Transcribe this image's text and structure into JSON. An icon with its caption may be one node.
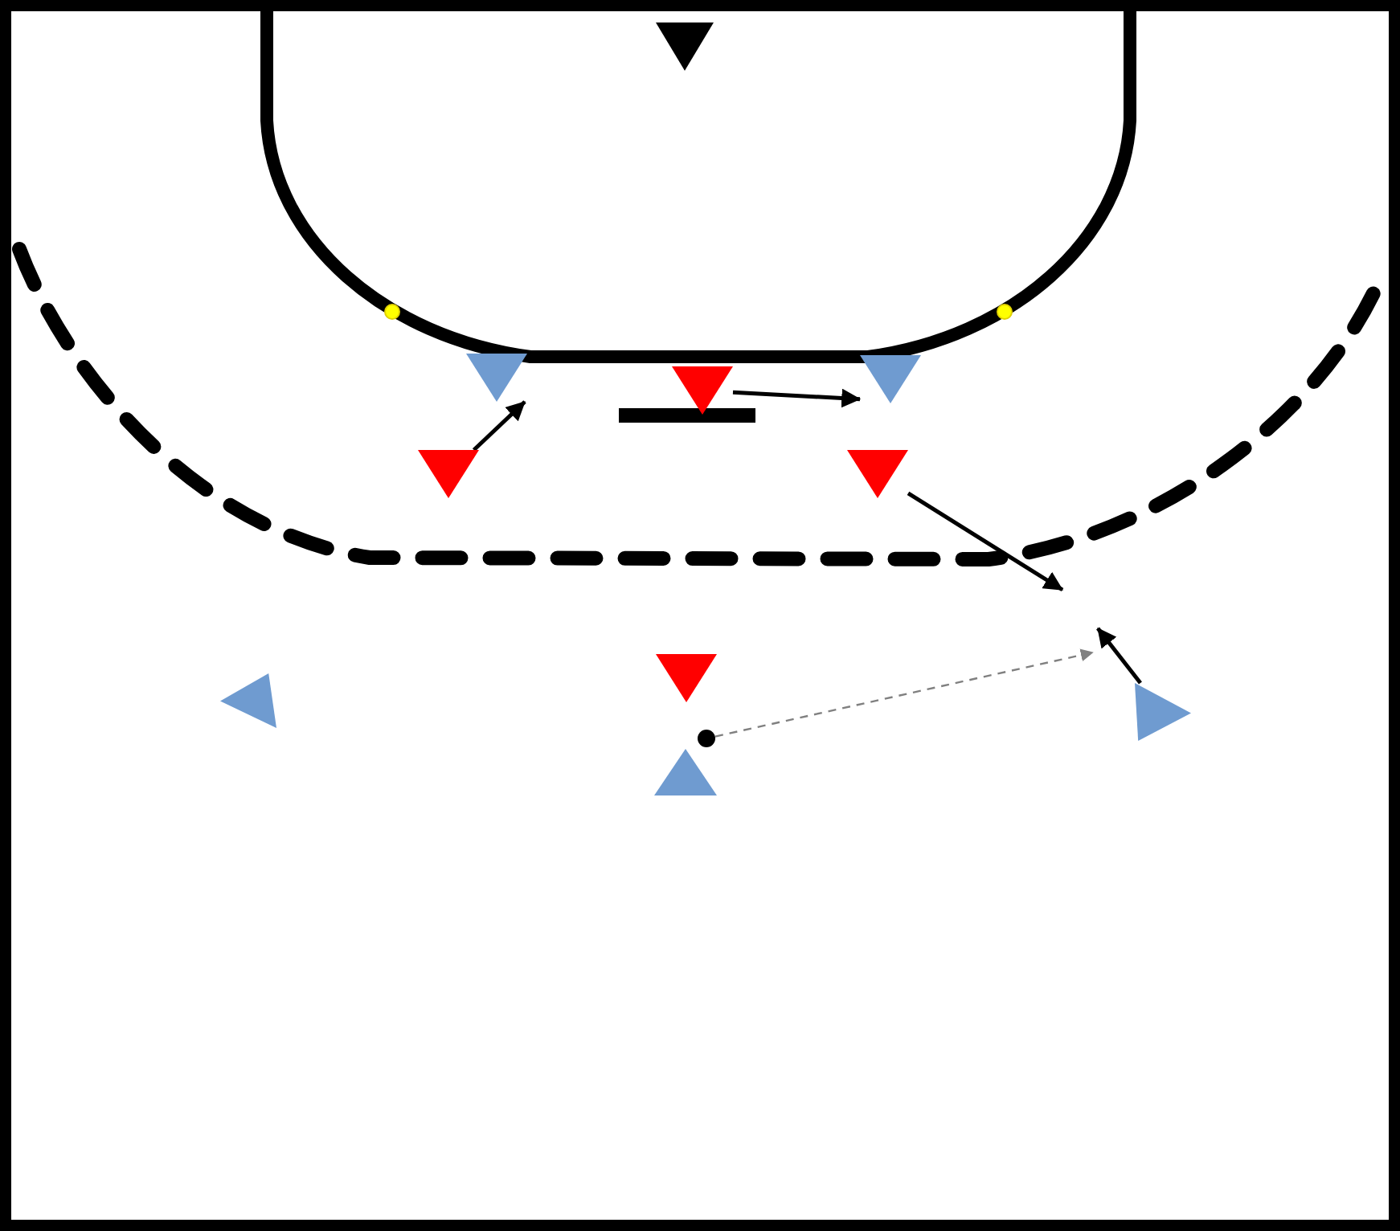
{
  "diagram": {
    "nodes": [
      {
        "text": [],
        "shape": "triangle"
      },
      {
        "text": [],
        "shape": "triangle"
      },
      {
        "text": [],
        "shape": "triangle"
      },
      {
        "text": [],
        "shape": "triangle"
      },
      {
        "text": [],
        "shape": "triangle"
      },
      {
        "text": [],
        "shape": "triangle"
      },
      {
        "text": [],
        "shape": "triangle"
      },
      {
        "text": [],
        "shape": "triangle"
      },
      {
        "text": [],
        "shape": "triangle"
      },
      {
        "text": [],
        "shape": "circle"
      },
      {
        "text": [],
        "shape": "triangle"
      }
    ],
    "edges": [
      {
        "from": 4,
        "to": 1,
        "arrow": "to"
      },
      {
        "from": 2,
        "to": 3,
        "arrow": "to"
      },
      {
        "from": 5,
        "to": null,
        "arrow": "to"
      },
      {
        "from": 8,
        "to": null,
        "arrow": "to"
      },
      {
        "from": 9,
        "to": null,
        "arrow": "to",
        "style": "dashed",
        "color": "#808080"
      }
    ]
  }
}
